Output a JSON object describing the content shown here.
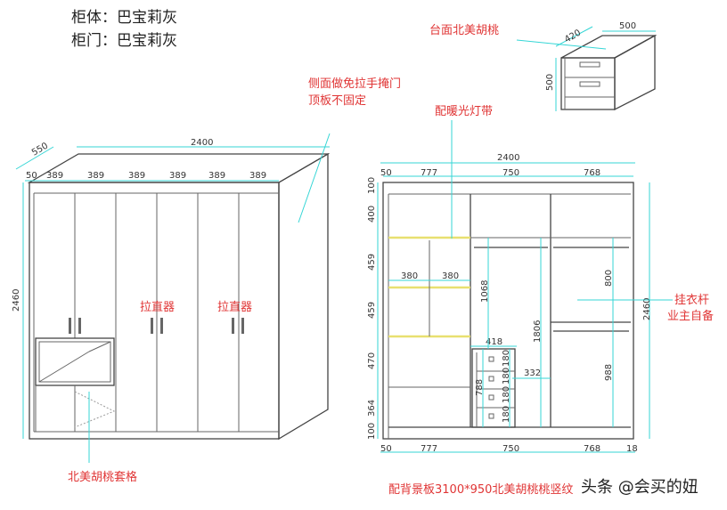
{
  "notes": {
    "cabinet_body": "柜体：巴宝莉灰",
    "cabinet_door": "柜门：巴宝莉灰",
    "side_note_1": "侧面做免拉手掩门",
    "side_note_2": "顶板不固定",
    "puller_left": "拉直器",
    "puller_right": "拉直器",
    "walnut_shelf": "北美胡桃套格",
    "led_strip": "配暖光灯带",
    "rod_note_1": "挂衣杆",
    "rod_note_2": "业主自备",
    "top_walnut": "台面北美胡桃",
    "backboard": "配背景板3100*950北美胡桃桃竖纹",
    "watermark": "头条 @会买的妞"
  },
  "left_view": {
    "depth": "550",
    "width": "2400",
    "height": "2460",
    "segments": [
      "50",
      "389",
      "389",
      "389",
      "389",
      "389",
      "389"
    ]
  },
  "right_view": {
    "width": "2400",
    "top_segments": [
      "50",
      "777",
      "750",
      "768"
    ],
    "bottom_segments": [
      "50",
      "777",
      "750",
      "768",
      "18"
    ],
    "left_heights": [
      "100",
      "400",
      "459",
      "459",
      "470",
      "364",
      "100"
    ],
    "height": "2460",
    "shelf_widths": [
      "380",
      "380"
    ],
    "drawer_width": "418",
    "drawer_heights": [
      "180",
      "180",
      "180",
      "180"
    ],
    "drawer_total": "788",
    "gap": "332",
    "mid_heights": [
      "1068",
      "1806"
    ],
    "right_heights": [
      "800",
      "988"
    ]
  },
  "nightstand": {
    "width": "500",
    "depth": "420",
    "height": "500"
  },
  "colors": {
    "dimension": "#35d6d6",
    "annotation": "#e03535",
    "led": "#e8e070"
  }
}
